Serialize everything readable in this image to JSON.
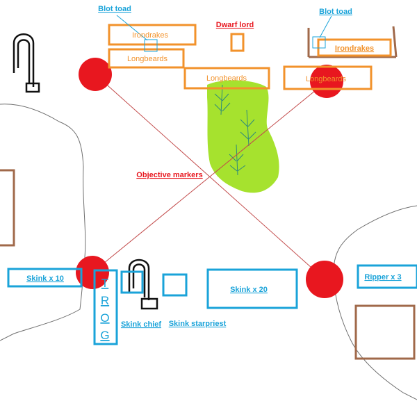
{
  "colors": {
    "dwarf": "#f2922b",
    "lizard": "#1aa3d9",
    "objective": "#e8171f",
    "objective_line": "#c24a4a",
    "forest": "#a6e22e",
    "tree": "#2e8b7a",
    "terrain_line": "#6f6f6f",
    "building": "#a0694a",
    "ruin_icon": "#111111"
  },
  "labels": {
    "blot_toad_left": "Blot toad",
    "blot_toad_right": "Blot toad",
    "dwarf_lord": "Dwarf lord",
    "irondrakes_left": "Irondrakes",
    "irondrakes_right": "Irondrakes",
    "longbeards_left": "Longbeards",
    "longbeards_mid": "Longbeards",
    "longbeards_right": "Longbeards",
    "objective_markers": "Objective markers",
    "skink_x10": "Skink x 10",
    "skink_x20": "Skink x 20",
    "ripper_x3": "Ripper x 3",
    "skink_chief": "Skink chief",
    "skink_starpriest": "Skink starpriest",
    "trog_letters": [
      "T",
      "R",
      "O",
      "G"
    ]
  },
  "icons": {
    "ruin": "ruin-icon",
    "tree": "tree-icon",
    "objective": "objective-marker-icon"
  }
}
